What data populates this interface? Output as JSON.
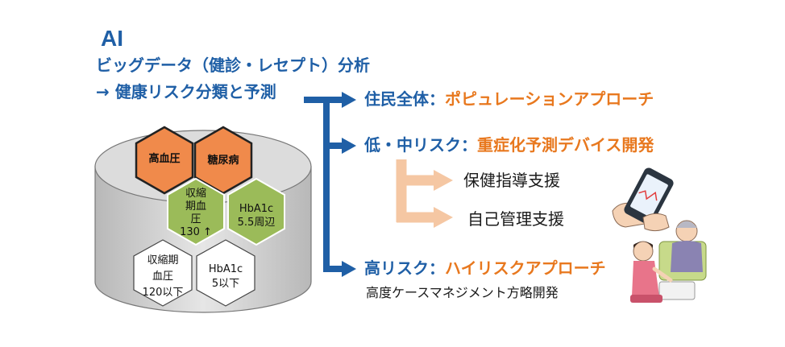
{
  "header": {
    "title": "AI",
    "line1": "ビッグデータ（健診・レセプト）分析",
    "line2": "→ 健康リスク分類と予測"
  },
  "cylinder": {
    "hexagons": [
      {
        "lines": [
          "高血圧"
        ],
        "style": "orange"
      },
      {
        "lines": [
          "糖尿病"
        ],
        "style": "orange"
      },
      {
        "lines": [
          "収縮",
          "期血",
          "圧",
          "130 ↑"
        ],
        "style": "green"
      },
      {
        "lines": [
          "HbA1c",
          "5.5周辺"
        ],
        "style": "green"
      },
      {
        "lines": [
          "収縮期",
          "血圧",
          "120以下"
        ],
        "style": "white"
      },
      {
        "lines": [
          "HbA1c",
          "5以下"
        ],
        "style": "white"
      }
    ]
  },
  "branches": {
    "row1": {
      "label": "住民全体：",
      "value": "ポピュレーションアプローチ"
    },
    "row2": {
      "label": "低・中リスク：",
      "value": "重症化予測デバイス開発"
    },
    "sub1": "保健指導支援",
    "sub2": "自己管理支援",
    "row3": {
      "label": "高リスク：",
      "value": "ハイリスクアプローチ"
    },
    "row3_note": "高度ケースマネジメント方略開発"
  },
  "colors": {
    "blue": "#1f5fa6",
    "orange": "#e8781e",
    "peach": "#f5c7a3",
    "hex_orange": "#f08a4b",
    "hex_green": "#9bbb59",
    "cylinder": "#d9d9d9"
  },
  "icons": [
    "smartphone-icon",
    "nurse-with-elderly-icon"
  ]
}
